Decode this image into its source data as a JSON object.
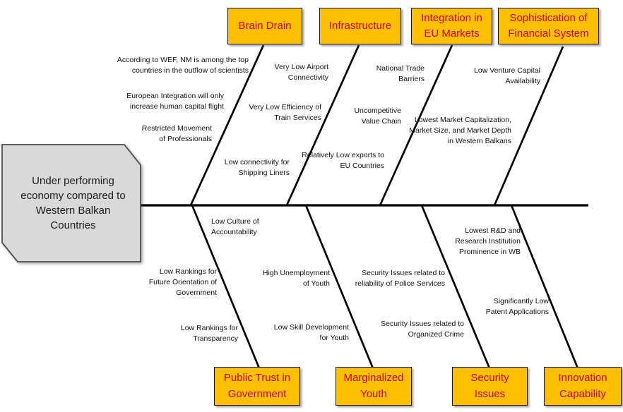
{
  "problem": "Under performing economy compared to Western Balkan Countries",
  "colors": {
    "category_fill": "#FFC000",
    "category_border": "#151515",
    "category_text": "#D00000",
    "head_fill": "#D9D9D9",
    "head_border": "#4D4D4D",
    "line": "#000000",
    "cause_text": "#111111"
  },
  "top_branches": [
    {
      "category": "Brain Drain",
      "causes": [
        "According to WEF, NM is among the top countries in the outflow of scientists",
        "European Integration will only increase human capital flight",
        "Restricted Movement of Professionals"
      ]
    },
    {
      "category": "Infrastructure",
      "causes": [
        "Very Low Airport Connectivity",
        "Very Low Efficiency of Train Services",
        "Low connectivity for Shipping Liners"
      ]
    },
    {
      "category": "Integration in EU Markets",
      "causes": [
        "National Trade Barriers",
        "Uncompetitive Value Chain",
        "Relatively Low exports to EU Countries"
      ]
    },
    {
      "category": "Sophistication of Financial System",
      "causes": [
        "Low Venture Capital Availability",
        "Lowest Market Capitalization, Market Size, and Market Depth in Western Balkans"
      ]
    }
  ],
  "bottom_branches": [
    {
      "category": "Public Trust in Government",
      "causes": [
        "Low Culture of Accountability",
        "Low Rankings for Future Orientation of Government",
        "Low Rankings for Transparency"
      ]
    },
    {
      "category": "Marginalized Youth",
      "causes": [
        "High Unemployment of Youth",
        "Low Skill Development for Youth"
      ]
    },
    {
      "category": "Security Issues",
      "causes": [
        "Security Issues related to reliability of Police Services",
        "Security Issues related to Organized Crime"
      ]
    },
    {
      "category": "Innovation Capability",
      "causes": [
        "Lowest R&D and Research Institution Prominence in WB",
        "Significantly Low Patent Applications"
      ]
    }
  ]
}
